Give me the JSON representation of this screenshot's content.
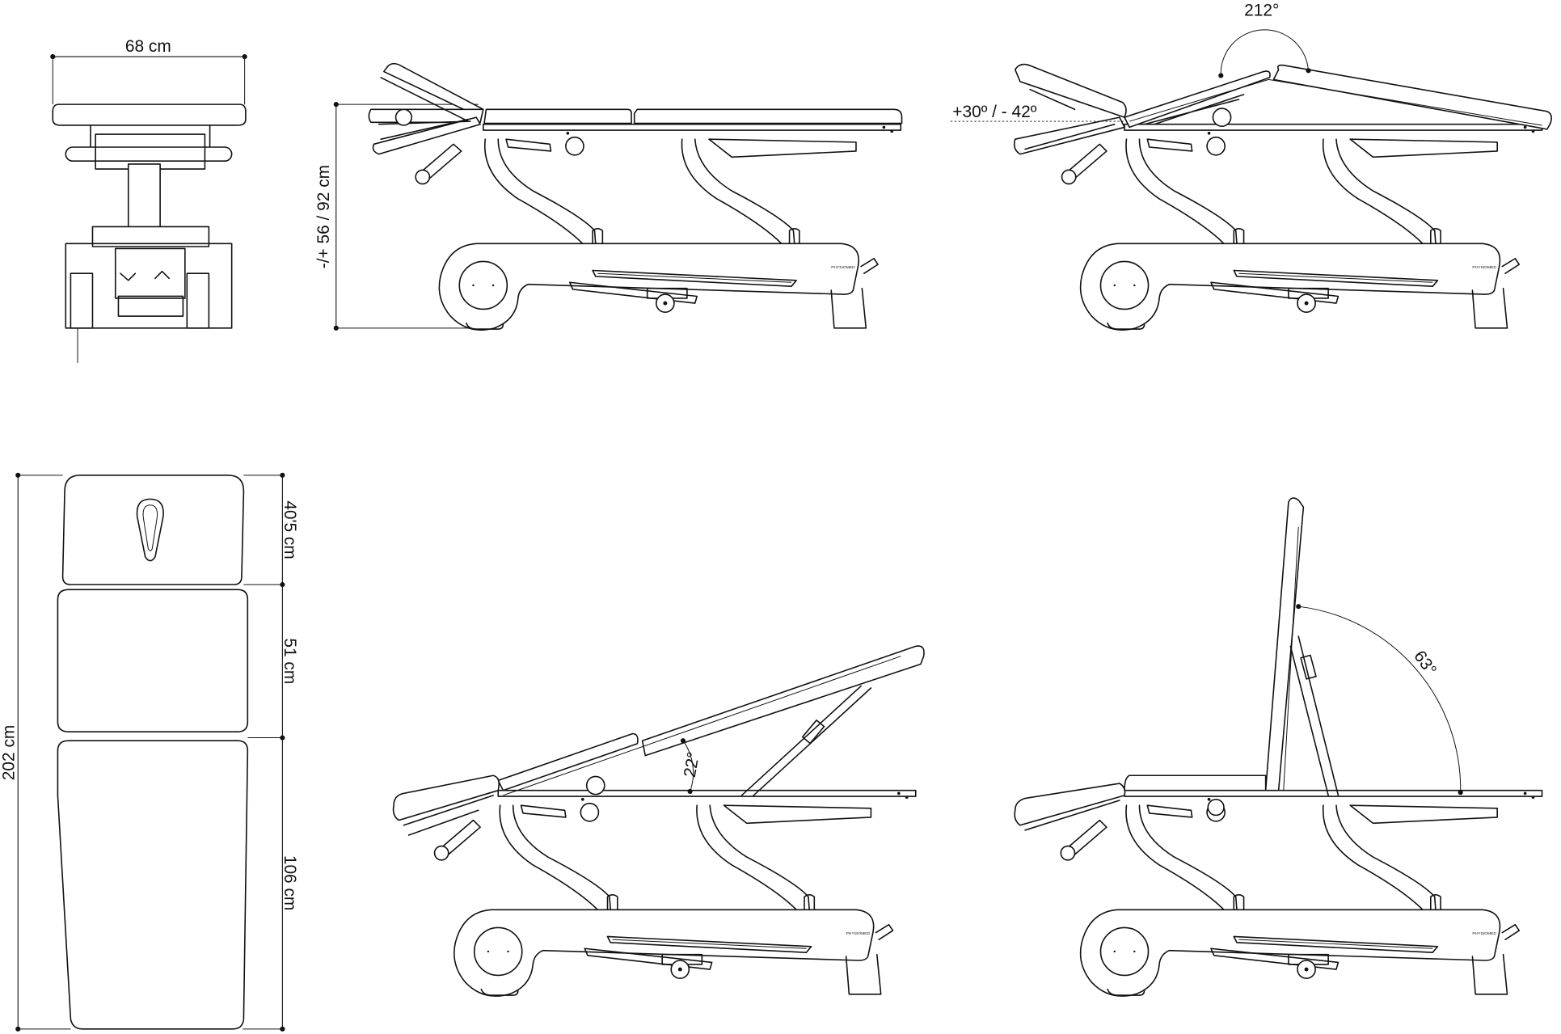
{
  "views": {
    "front": {
      "width_label": "68 cm"
    },
    "side_height": {
      "height_label": "-/+ 56 / 92 cm"
    },
    "side_tilt": {
      "angle_label": "212°",
      "head_angle_label": "+30º / - 42º"
    },
    "top": {
      "total_label": "202 cm",
      "head_label": "40'5 cm",
      "middle_label": "51 cm",
      "lower_label": "106 cm"
    },
    "side_recline": {
      "angle_label": "22°"
    },
    "side_upright": {
      "angle_label": "63°"
    }
  },
  "brand": {
    "logo_text": "PHYSIOMED"
  }
}
